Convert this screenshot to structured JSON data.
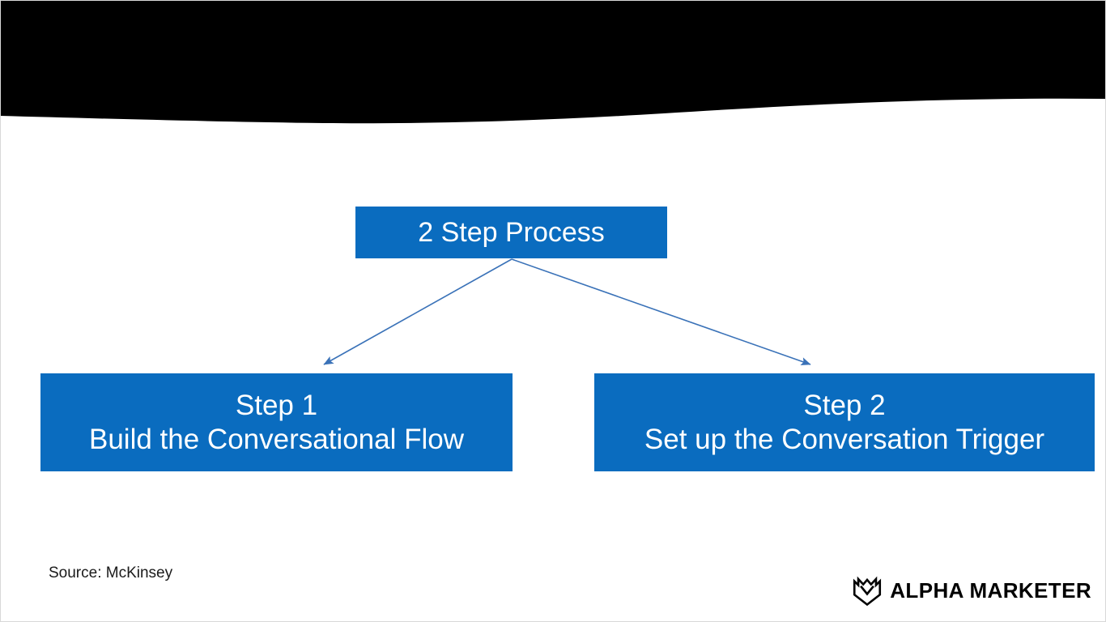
{
  "slide": {
    "background_color": "#ffffff",
    "accent_color": "#0A6CBF",
    "band_color": "#000000",
    "connector_color": "#3A72B8"
  },
  "diagram": {
    "type": "process-flow",
    "root": {
      "label": "2 Step Process"
    },
    "steps": [
      {
        "title": "Step 1",
        "description": "Build the Conversational Flow"
      },
      {
        "title": "Step 2",
        "description": "Set up the Conversation Trigger"
      }
    ]
  },
  "footer": {
    "source": "Source: McKinsey",
    "brand": {
      "mark": "alpha-marketer-crest-icon",
      "wordmark": "ALPHA MARKETER"
    }
  }
}
